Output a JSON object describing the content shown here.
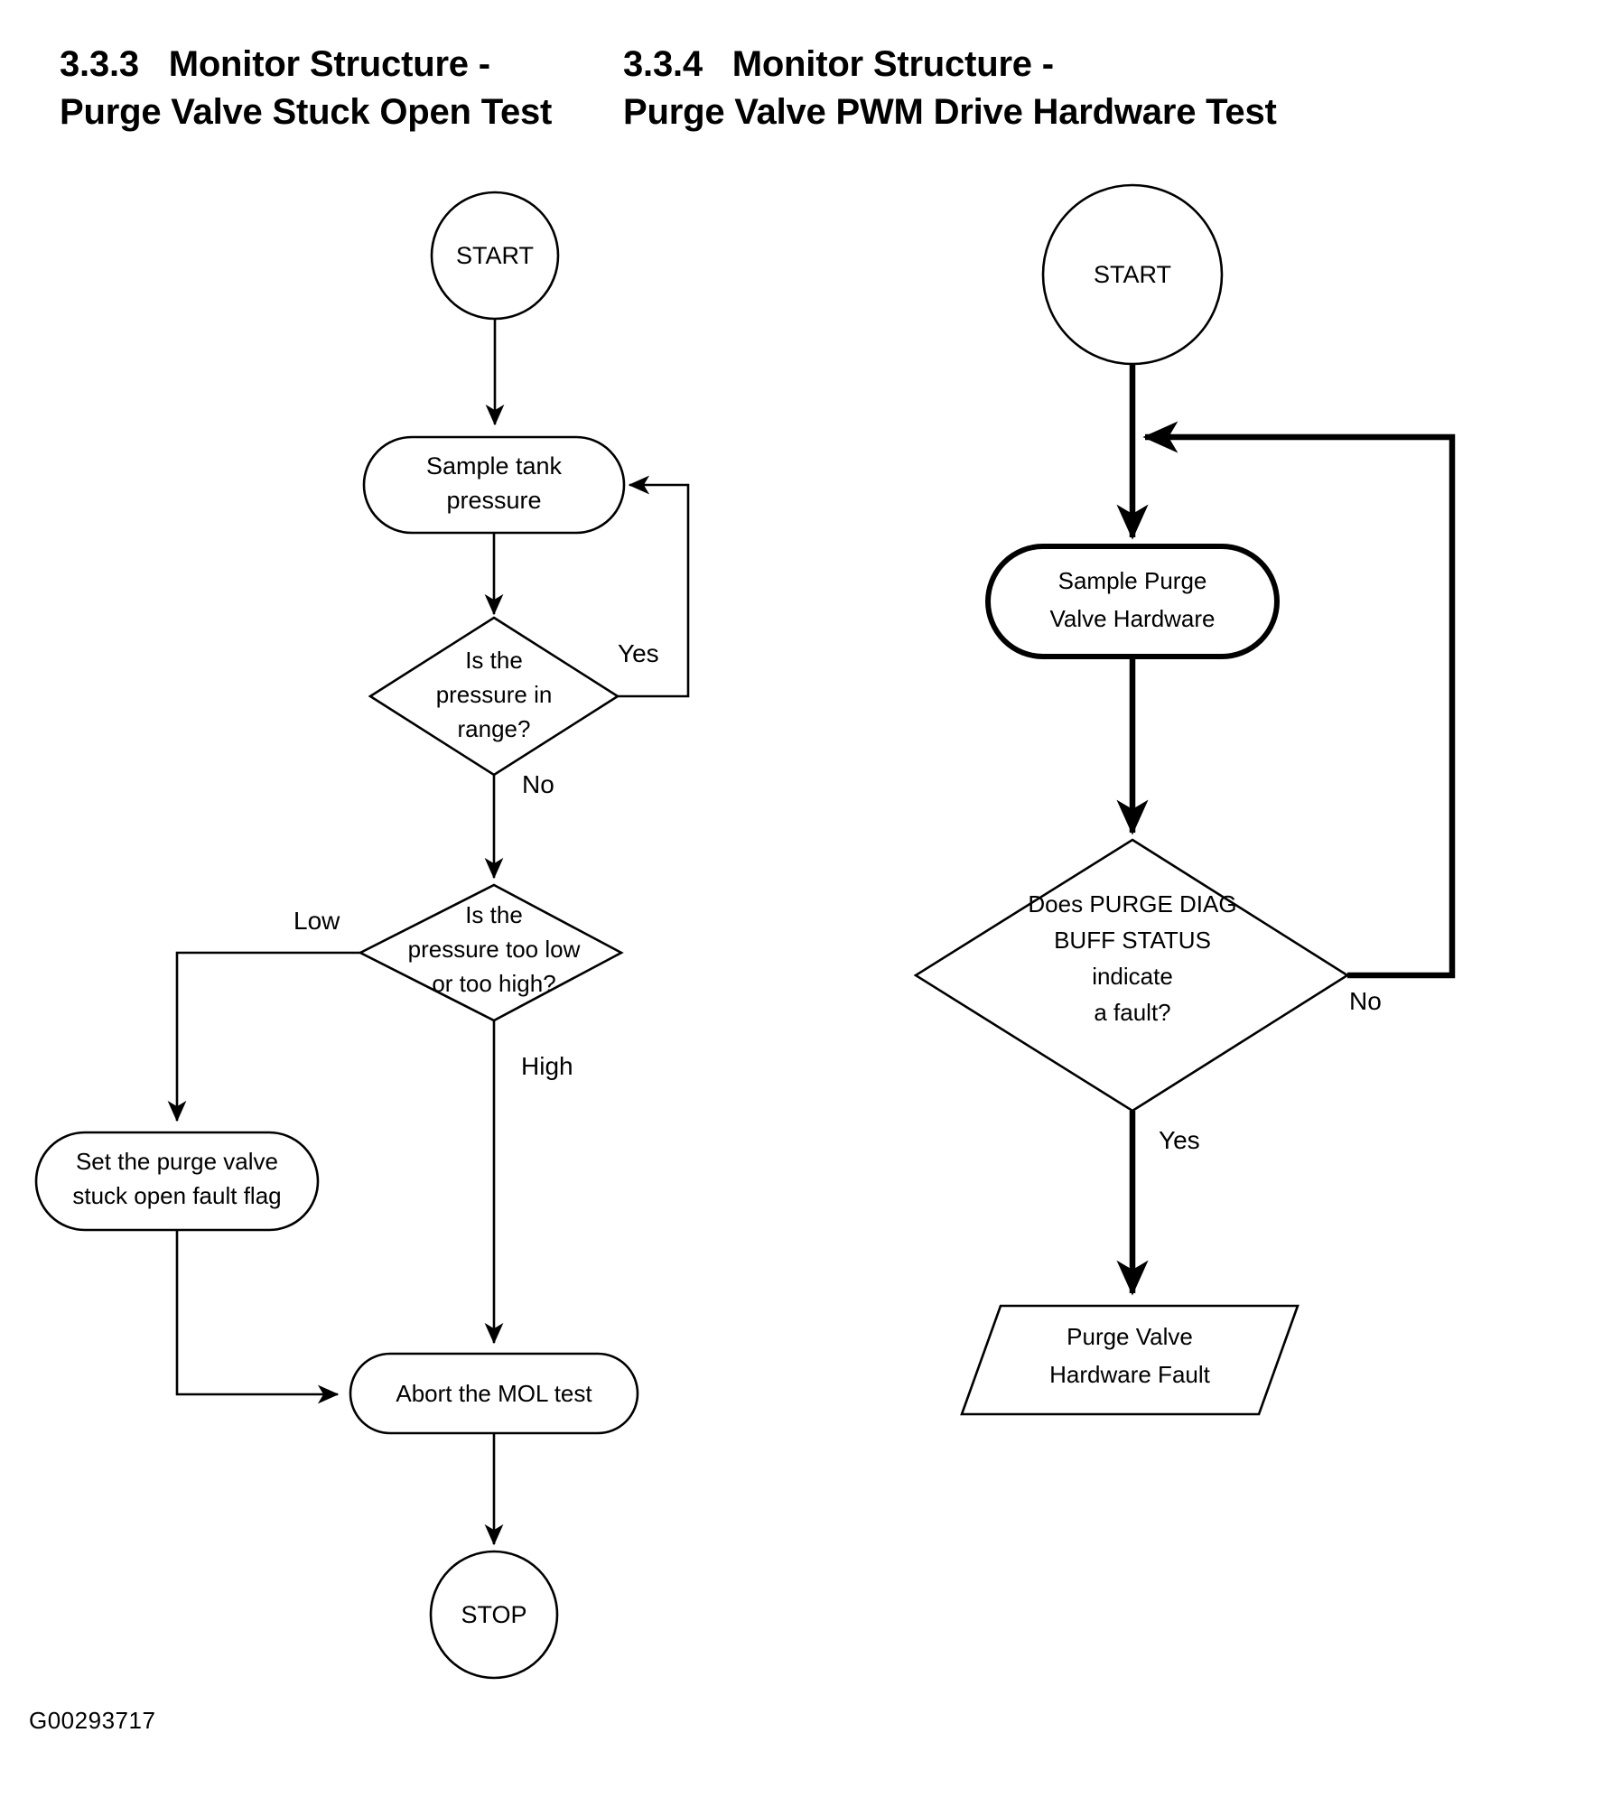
{
  "figure_code": "G00293717",
  "left_chart": {
    "section_number": "3.3.3",
    "title_line1": "3.3.3   Monitor Structure -",
    "title_line2": "Purge Valve Stuck Open Test",
    "nodes": {
      "start": "START",
      "sample": {
        "line1": "Sample tank",
        "line2": "pressure"
      },
      "decision1": {
        "line1": "Is the",
        "line2": "pressure in",
        "line3": "range?"
      },
      "decision2": {
        "line1": "Is the",
        "line2": "pressure too low",
        "line3": "or too high?"
      },
      "set_flag": {
        "line1": "Set the purge valve",
        "line2": "stuck open fault flag"
      },
      "abort": "Abort the MOL test",
      "stop": "STOP"
    },
    "edge_labels": {
      "yes": "Yes",
      "no": "No",
      "low": "Low",
      "high": "High"
    }
  },
  "right_chart": {
    "section_number": "3.3.4",
    "title_line1": "3.3.4   Monitor Structure -",
    "title_line2": "Purge Valve PWM Drive Hardware Test",
    "nodes": {
      "start": "START",
      "sample": {
        "line1": "Sample Purge",
        "line2": "Valve Hardware"
      },
      "decision": {
        "line1": "Does PURGE DIAG",
        "line2": "BUFF STATUS",
        "line3": "indicate",
        "line4": "a fault?"
      },
      "fault": {
        "line1": "Purge Valve",
        "line2": "Hardware Fault"
      }
    },
    "edge_labels": {
      "no": "No",
      "yes": "Yes"
    }
  },
  "colors": {
    "ink": "#000000",
    "paper": "#ffffff"
  }
}
